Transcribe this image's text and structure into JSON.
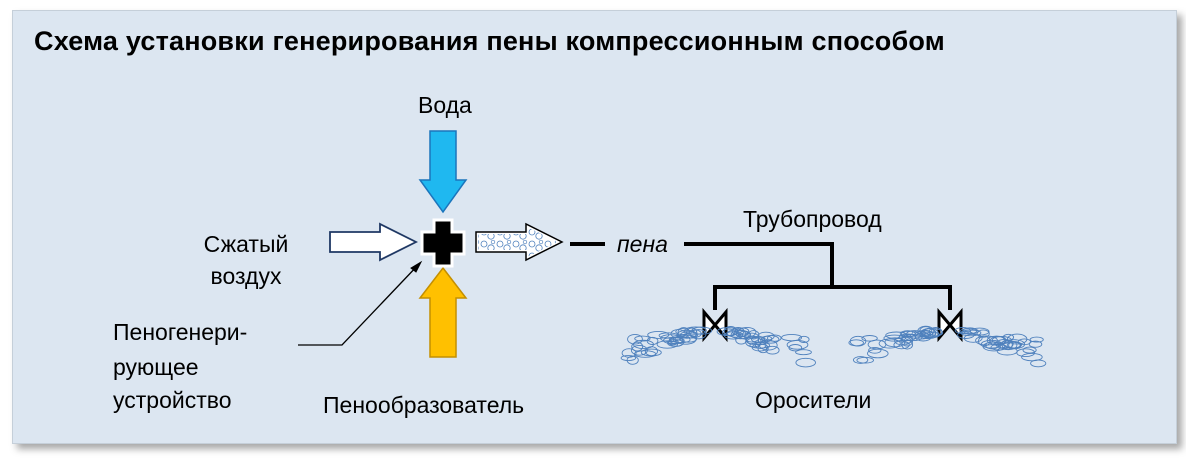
{
  "title": "Схема установки генерирования пены компрессионным способом",
  "labels": {
    "water": "Вода",
    "air_line1": "Сжатый",
    "air_line2": "воздух",
    "generator_line1": "Пеногенери-",
    "generator_line2": "рующее",
    "generator_line3": "устройство",
    "foaming_agent": "Пенообразователь",
    "foam": "пена",
    "pipeline": "Трубопровод",
    "sprinklers": "Оросители"
  },
  "colors": {
    "panel_bg": "#dce6f1",
    "water_arrow": "#1fb8f0",
    "foaming_agent_arrow": "#ffc000",
    "air_arrow": "#ffffff",
    "foam_bubble": "#4f81bd",
    "line": "#000000"
  }
}
